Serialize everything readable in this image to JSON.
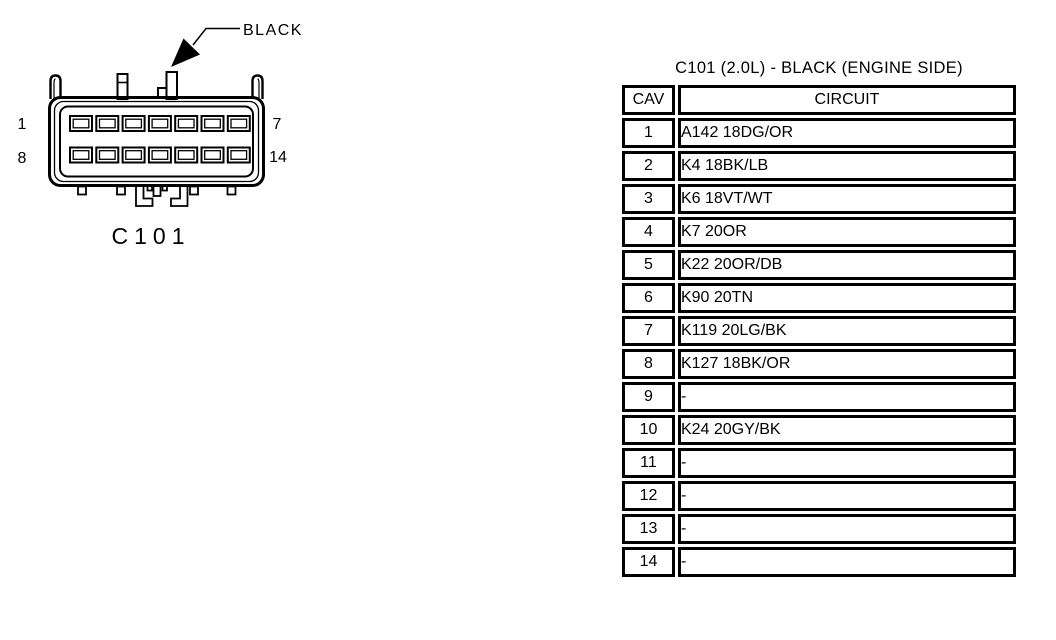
{
  "page": {
    "background": "#ffffff",
    "ink": "#000000"
  },
  "connector": {
    "id_label": "C101",
    "color_label": "BLACK",
    "rows": 2,
    "pins_per_row": 7,
    "pin_markers": {
      "top_left": "1",
      "top_right": "7",
      "bottom_left": "8",
      "bottom_right": "14"
    }
  },
  "table": {
    "title": "C101 (2.0L) - BLACK (ENGINE SIDE)",
    "headers": [
      "CAV",
      "CIRCUIT"
    ],
    "rows": [
      {
        "cav": "1",
        "circuit": "A142 18DG/OR"
      },
      {
        "cav": "2",
        "circuit": "K4 18BK/LB"
      },
      {
        "cav": "3",
        "circuit": "K6 18VT/WT"
      },
      {
        "cav": "4",
        "circuit": "K7 20OR"
      },
      {
        "cav": "5",
        "circuit": "K22 20OR/DB"
      },
      {
        "cav": "6",
        "circuit": "K90 20TN"
      },
      {
        "cav": "7",
        "circuit": "K119 20LG/BK"
      },
      {
        "cav": "8",
        "circuit": "K127 18BK/OR"
      },
      {
        "cav": "9",
        "circuit": "-"
      },
      {
        "cav": "10",
        "circuit": "K24 20GY/BK"
      },
      {
        "cav": "11",
        "circuit": "-"
      },
      {
        "cav": "12",
        "circuit": "-"
      },
      {
        "cav": "13",
        "circuit": "-"
      },
      {
        "cav": "14",
        "circuit": "-"
      }
    ]
  }
}
